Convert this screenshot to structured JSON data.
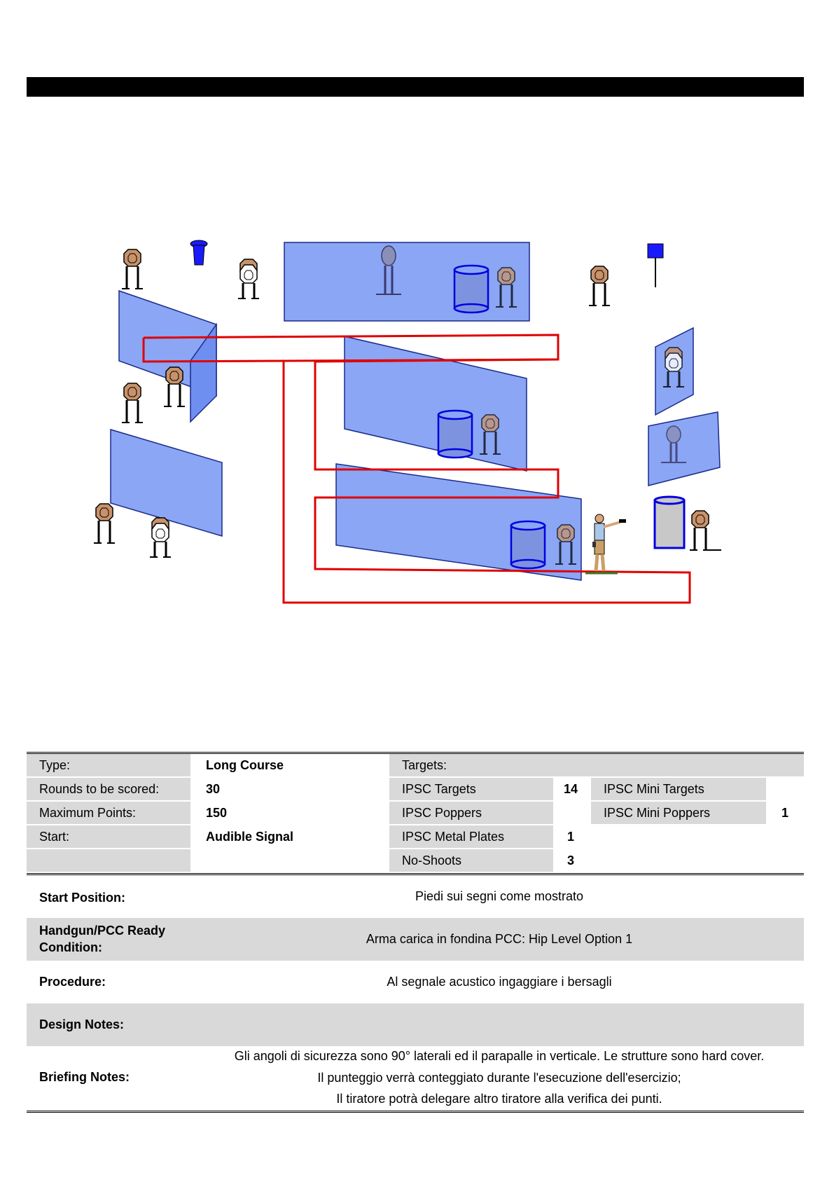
{
  "info": {
    "type_label": "Type:",
    "type_value": "Long Course",
    "rounds_label": "Rounds to be scored:",
    "rounds_value": "30",
    "max_points_label": "Maximum Points:",
    "max_points_value": "150",
    "start_label": "Start:",
    "start_value": "Audible Signal",
    "targets_label": "Targets:",
    "ipsc_targets_label": "IPSC Targets",
    "ipsc_targets_value": "14",
    "ipsc_poppers_label": "IPSC Poppers",
    "ipsc_metal_plates_label": "IPSC Metal Plates",
    "ipsc_metal_plates_value": "1",
    "no_shoots_label": "No-Shoots",
    "no_shoots_value": "3",
    "ipsc_mini_targets_label": "IPSC Mini Targets",
    "ipsc_mini_poppers_label": "IPSC Mini Poppers",
    "ipsc_mini_poppers_value": "1"
  },
  "details": {
    "start_position_label": "Start Position:",
    "start_position_value": "Piedi sui segni come mostrato",
    "ready_condition_label_1": "Handgun/PCC Ready",
    "ready_condition_label_2": "Condition:",
    "ready_condition_value": "Arma carica in fondina PCC: Hip Level Option 1",
    "procedure_label": "Procedure:",
    "procedure_value": "Al segnale acustico ingaggiare i bersagli",
    "design_notes_label": "Design Notes:",
    "briefing_label": "Briefing Notes:",
    "briefing_line_1": "Gli angoli di sicurezza sono 90° laterali ed il parapalle in verticale. Le strutture sono hard cover.",
    "briefing_line_2": "Il punteggio verrà conteggiato durante l'esecuzione dell'esercizio;",
    "briefing_line_3": "Il tiratore potrà delegare altro tiratore alla verifica dei punti."
  },
  "colors": {
    "wall_fill": "#8aa6f5",
    "wall_stroke": "#1a2a8a",
    "fault_line": "#e00000",
    "target_brown": "#c8926a",
    "steel_blue": "#1a1aff",
    "no_shoot": "#ffffff"
  }
}
